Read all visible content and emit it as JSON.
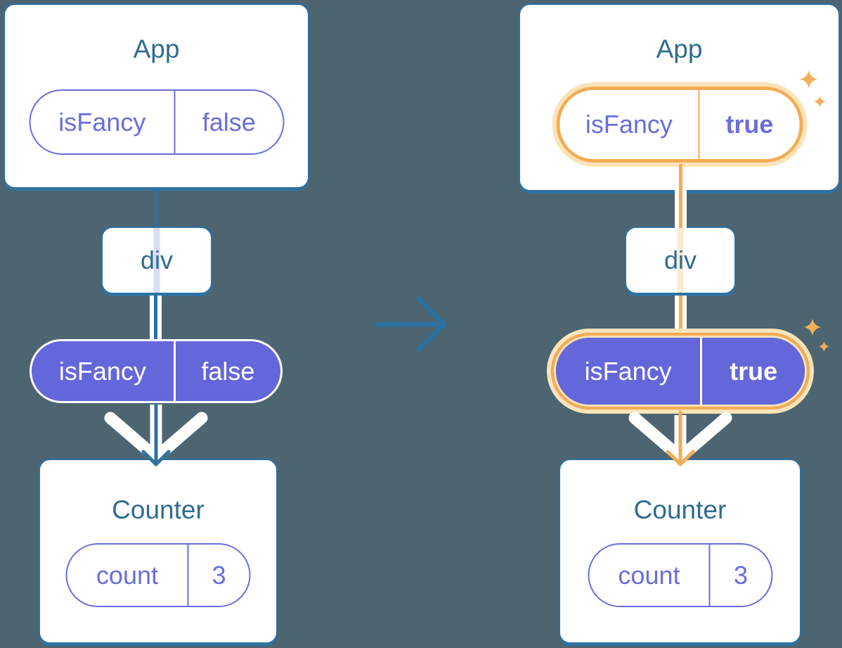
{
  "colors": {
    "background": "#4D6571",
    "accent_blue": "#2E72A2",
    "title_blue": "#2E6C90",
    "purple": "#6A6EDB",
    "purple_fill": "#6467D9",
    "highlight_orange": "#F3AC53",
    "highlight_halo": "#FBE3BA",
    "card_white": "#FFFFFF"
  },
  "transition": {
    "icon": "right-arrow-icon"
  },
  "before": {
    "app": {
      "title": "App",
      "prop_key": "isFancy",
      "prop_value": "false"
    },
    "div_label": "div",
    "passed_prop": {
      "key": "isFancy",
      "value": "false"
    },
    "counter": {
      "title": "Counter",
      "state_key": "count",
      "state_value": "3"
    }
  },
  "after": {
    "app": {
      "title": "App",
      "prop_key": "isFancy",
      "prop_value": "true"
    },
    "div_label": "div",
    "passed_prop": {
      "key": "isFancy",
      "value": "true"
    },
    "counter": {
      "title": "Counter",
      "state_key": "count",
      "state_value": "3"
    }
  }
}
